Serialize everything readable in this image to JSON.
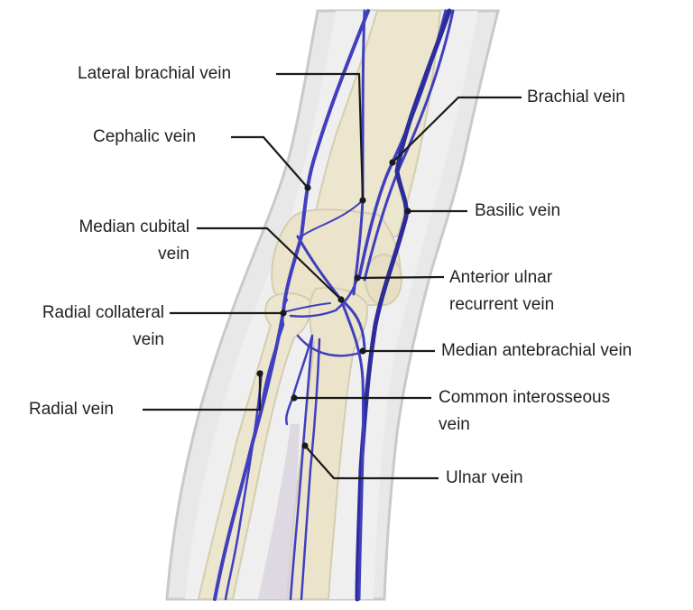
{
  "colors": {
    "vein": "#3f3fbf",
    "vein_dark": "#2c2c9a",
    "bone": "#ece6cf",
    "bone_shadow": "#d5cdb0",
    "skin": "#e8e8e8",
    "skin_edge": "#c9c9c9",
    "leader": "#1a1a1a",
    "text": "#222222"
  },
  "labels": {
    "lateral_brachial_vein": [
      "Lateral brachial vein"
    ],
    "brachial_vein": [
      "Brachial vein"
    ],
    "cephalic_vein": [
      "Cephalic vein"
    ],
    "basilic_vein": [
      "Basilic vein"
    ],
    "median_cubital_vein": [
      "Median cubital",
      "vein"
    ],
    "anterior_ulnar_recurrent_vein": [
      "Anterior ulnar",
      "recurrent vein"
    ],
    "radial_collateral_vein": [
      "Radial collateral",
      "vein"
    ],
    "median_antebrachial_vein": [
      "Median antebrachial vein"
    ],
    "radial_vein": [
      "Radial vein"
    ],
    "common_interosseous_vein": [
      "Common interosseous",
      "vein"
    ],
    "ulnar_vein": [
      "Ulnar vein"
    ]
  }
}
